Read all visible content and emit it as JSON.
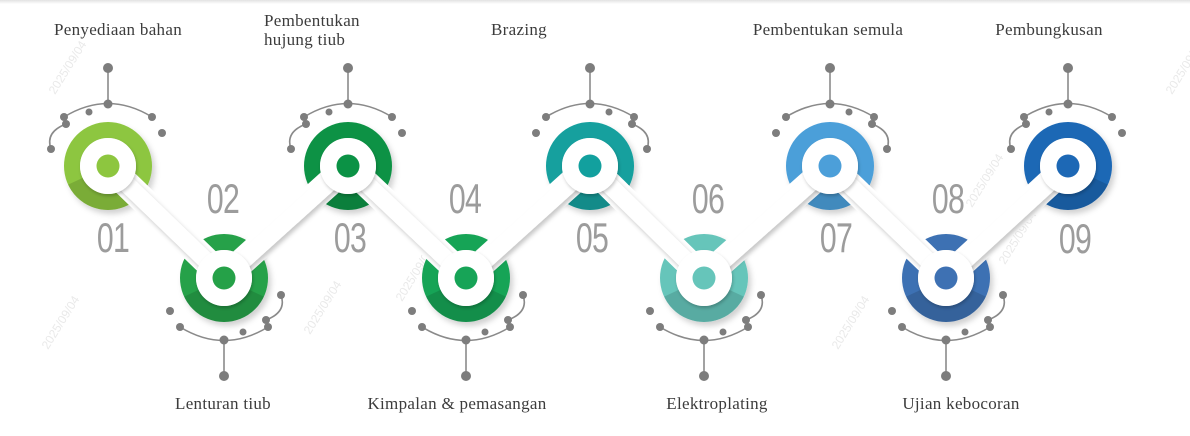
{
  "diagram": {
    "type": "process-flow-timeline",
    "watermark_text": "2025/09/04",
    "colors": {
      "background": "#ffffff",
      "number_gray": "#9c9c9c",
      "label_gray": "#3c3c3c",
      "decoration_gray": "#8a8a8a",
      "connector_white": "#ffffff"
    },
    "steps": [
      {
        "number": "01",
        "label": "Penyediaan bahan",
        "label_position": "top",
        "color": "#8dc63f"
      },
      {
        "number": "02",
        "label": "Lenturan tiub",
        "label_position": "bottom",
        "color": "#25a148"
      },
      {
        "number": "03",
        "label": "Pembentukan hujung tiub",
        "label_position": "top",
        "color": "#0b9245"
      },
      {
        "number": "04",
        "label": "Kimpalan & pemasangan",
        "label_position": "bottom",
        "color": "#17a457"
      },
      {
        "number": "05",
        "label": "Brazing",
        "label_position": "top",
        "color": "#12a09e"
      },
      {
        "number": "06",
        "label": "Elektroplating",
        "label_position": "bottom",
        "color": "#66c5ba"
      },
      {
        "number": "07",
        "label": "Pembentukan semula",
        "label_position": "top",
        "color": "#4c9fd9"
      },
      {
        "number": "08",
        "label": "Ujian kebocoran",
        "label_position": "bottom",
        "color": "#3e71b3"
      },
      {
        "number": "09",
        "label": "Pembungkusan",
        "label_position": "top",
        "color": "#1d68b5"
      }
    ]
  }
}
